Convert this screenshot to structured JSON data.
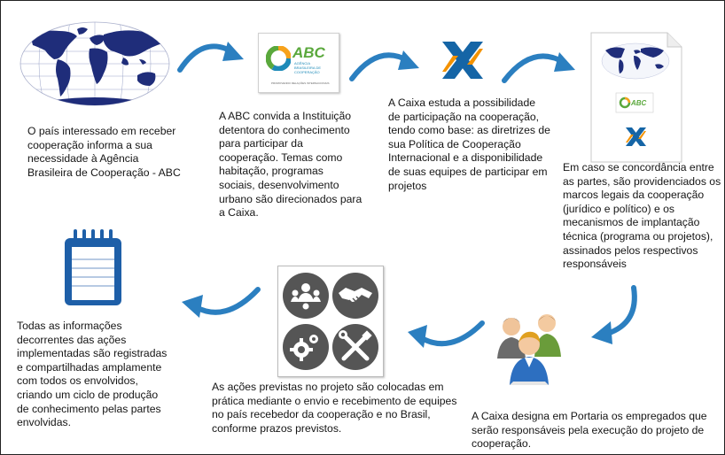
{
  "colors": {
    "arrow": "#2b7fc0",
    "map_land": "#1f2d7a",
    "map_grid": "#9aa3c8",
    "caixa_blue": "#1565a6",
    "caixa_orange": "#f39200",
    "abc_green": "#5aa83c",
    "abc_orange": "#f7a21b",
    "abc_blue": "#1d8ab8",
    "calendar_blue": "#1e5fa8",
    "circle_dark": "#555555"
  },
  "steps": {
    "step1": "O país interessado em receber\ncooperação informa a sua\nnecessidade à Agência\nBrasileira de Cooperação - ABC",
    "step2": "A ABC convida a Instituição\ndetentora do conhecimento\npara participar da\ncooperação. Temas como\nhabitação, programas\nsociais, desenvolvimento\nurbano são direcionados para\na Caixa.",
    "step3": "A Caixa estuda a possibilidade\nde participação na cooperação,\ntendo como base: as diretrizes de\nsua Política de Cooperação\nInternacional e a disponibilidade\nde suas equipes de participar em\nprojetos",
    "step4": "Em caso se concordância entre\nas partes, são providenciados os\nmarcos legais da cooperação\n(jurídico e político) e os\nmecanismos de implantação\ntécnica (programa ou projetos),\nassinados pelos respectivos\nresponsáveis",
    "step5": "A Caixa designa em Portaria os empregados que\nserão responsáveis pela execução do projeto de\ncooperação.",
    "step6": "As ações previstas no projeto são colocadas em\nprática mediante o envio e recebimento de equipes\nno país recebedor da cooperação e no Brasil,\nconforme prazos previstos.",
    "step7": "Todas as informações\ndecorrentes das ações\nimplementadas são registradas\ne compartilhadas amplamente\ncom todos os envolvidos,\ncriando um ciclo de produção\nde conhecimento pelas partes\nenvolvidas."
  },
  "abc_logo": {
    "big": "ABC",
    "line1": "AGÊNCIA",
    "line2": "BRASILEIRA DE",
    "line3": "COOPERAÇÃO",
    "tagline": "PROMOVENDO RELAÇÕES INTERNACIONAIS"
  },
  "icons": {
    "world_map": "world-map-icon",
    "abc": "abc-logo-icon",
    "caixa": "caixa-logo-icon",
    "document": "document-icon",
    "people": "people-group-icon",
    "actions": "actions-grid-icon",
    "calendar": "calendar-notepad-icon"
  }
}
